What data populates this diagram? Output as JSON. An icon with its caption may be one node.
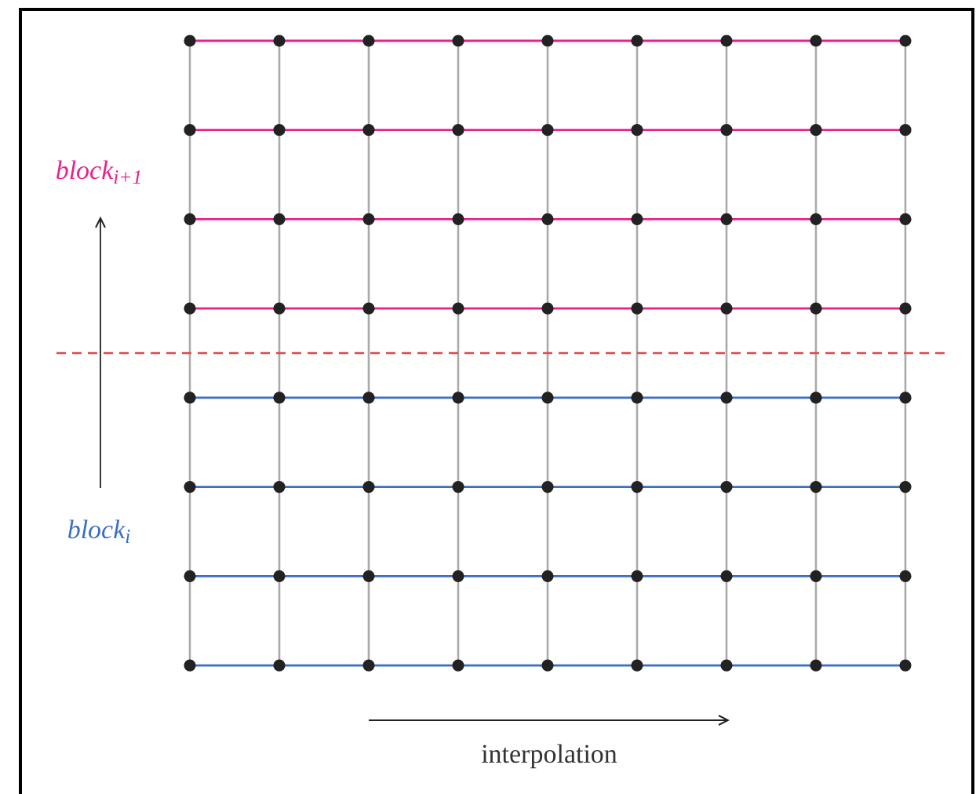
{
  "diagram": {
    "labels": [
      "block$_{i+1}$",
      "block$_{i}$",
      "interpolation"
    ]
  }
}
